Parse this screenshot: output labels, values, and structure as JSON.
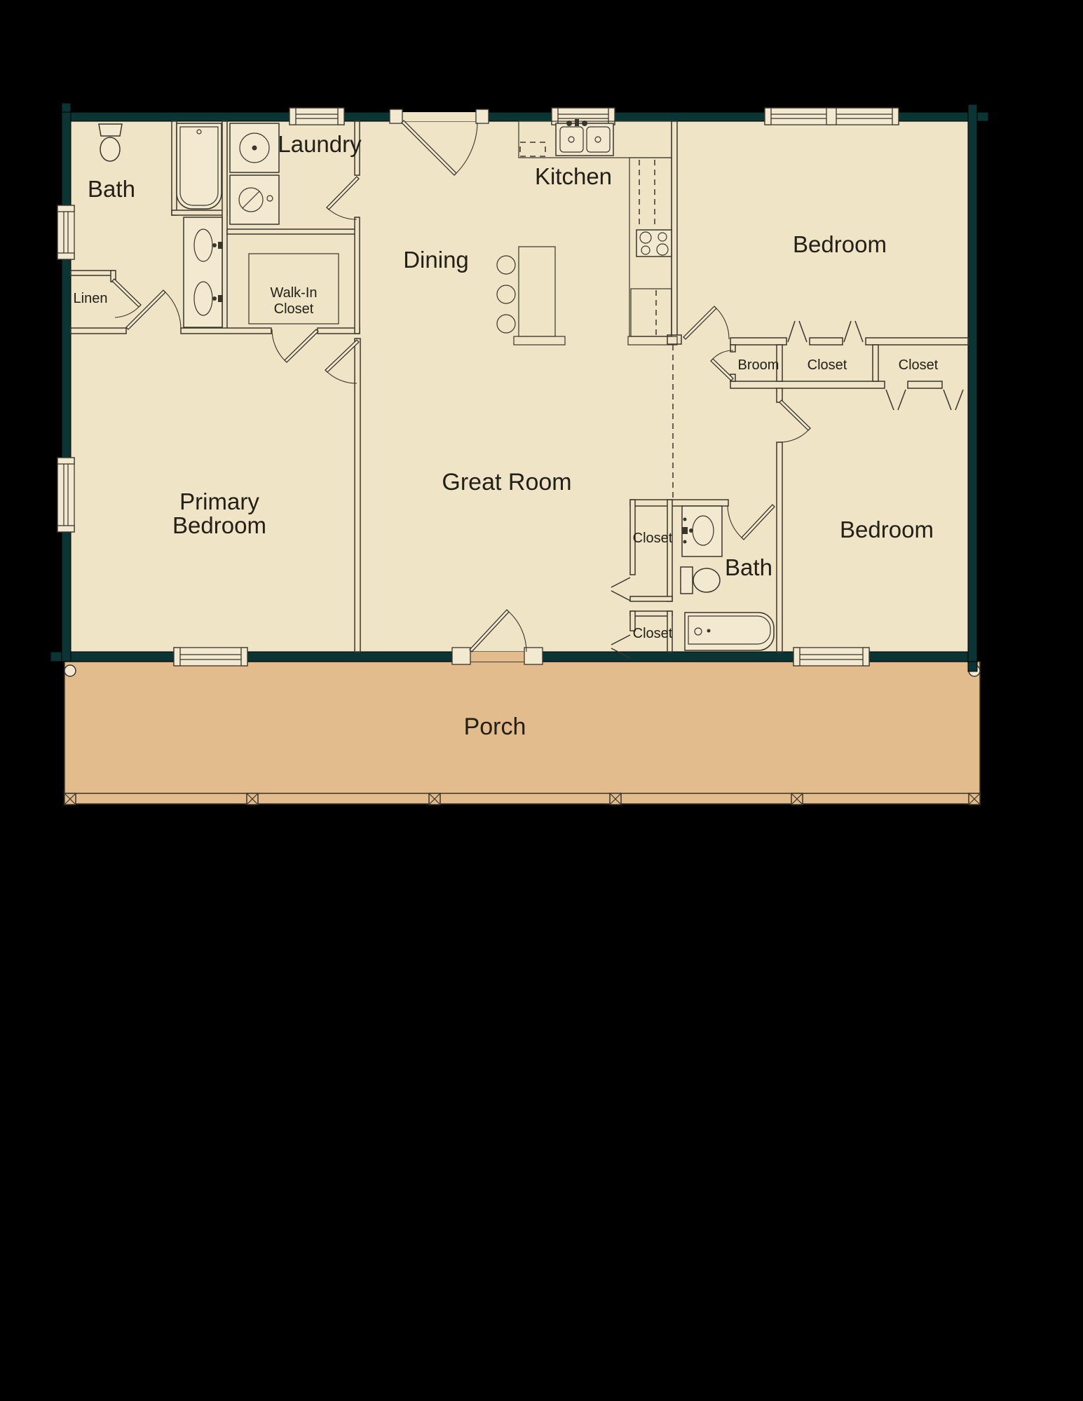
{
  "document": {
    "type": "floor-plan"
  },
  "colors": {
    "background": "#000000",
    "wall": "#0b3434",
    "floor": "#f0e4c7",
    "porch": "#e2bc8c",
    "line": "#3a352b",
    "fixture": "#f3e9d0",
    "text": "#232018"
  },
  "labels": {
    "bath_primary": "Bath",
    "laundry": "Laundry",
    "kitchen": "Kitchen",
    "dining": "Dining",
    "bedroom_upper": "Bedroom",
    "bedroom_lower": "Bedroom",
    "great_room": "Great Room",
    "primary_bedroom_line1": "Primary",
    "primary_bedroom_line2": "Bedroom",
    "walk_in_closet_line1": "Walk-In",
    "walk_in_closet_line2": "Closet",
    "linen": "Linen",
    "broom": "Broom",
    "closet_hall_center": "Closet",
    "closet_hall_right": "Closet",
    "closet_bath_upper": "Closet",
    "closet_bath_lower": "Closet",
    "bath_secondary": "Bath",
    "porch": "Porch"
  }
}
